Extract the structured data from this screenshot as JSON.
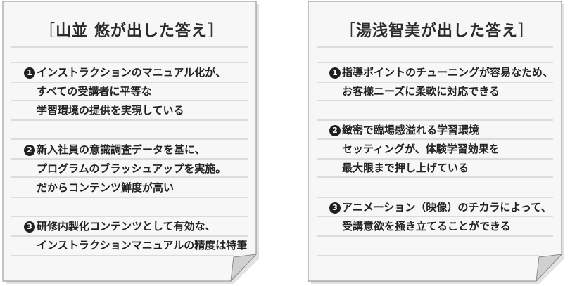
{
  "notes": [
    {
      "title": "山並 悠が出した答え",
      "items": [
        {
          "num": "1",
          "lines": [
            "インストラクションのマニュアル化が、",
            "すべての受講者に平等な",
            "学習環境の提供を実現している"
          ]
        },
        {
          "num": "2",
          "lines": [
            "新入社員の意識調査データを基に、",
            "プログラムのブラッシュアップを実施。",
            "だからコンテンツ鮮度が高い"
          ]
        },
        {
          "num": "3",
          "lines": [
            "研修内製化コンテンツとして有効な、",
            "インストラクションマニュアルの精度は特筆"
          ]
        }
      ]
    },
    {
      "title": "湯浅智美が出した答え",
      "items": [
        {
          "num": "1",
          "lines": [
            "指導ポイントのチューニングが容易なため、",
            "お客様ニーズに柔軟に対応できる"
          ]
        },
        {
          "num": "2",
          "lines": [
            "緻密で臨場感溢れる学習環境",
            "セッティングが、体験学習効果を",
            "最大限まで押し上げている"
          ]
        },
        {
          "num": "3",
          "lines": [
            "アニメーション（映像）のチカラによって、",
            "受講意欲を掻き立てることができる"
          ]
        }
      ]
    }
  ],
  "brackets": {
    "open": "［",
    "close": "］"
  },
  "colors": {
    "paper": "#f7f7f7",
    "rule": "#bdbdbd",
    "text": "#222222",
    "badge": "#1f1f1f"
  }
}
